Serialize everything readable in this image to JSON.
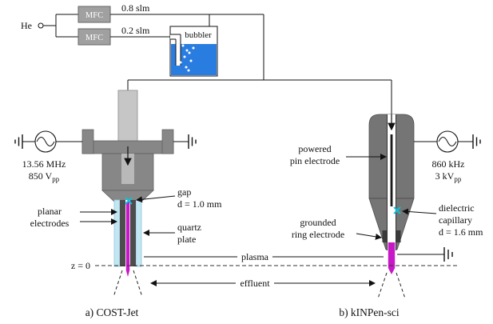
{
  "gas_supply": {
    "source": "He",
    "mfc_top": "MFC",
    "mfc_bottom": "MFC",
    "flow_top": "0.8 slm",
    "flow_bottom": "0.2 slm",
    "bubbler": "bubbler"
  },
  "cost_jet": {
    "caption": "a) COST-Jet",
    "frequency": "13.56 MHz",
    "voltage": "850 V",
    "voltage_subscript": "pp",
    "gap_label": [
      "gap",
      "d = 1.0 mm"
    ],
    "quartz_label": [
      "quartz",
      "plate"
    ],
    "electrodes_label": [
      "planar",
      "electrodes"
    ]
  },
  "kinpen": {
    "caption": "b) kINPen-sci",
    "frequency": "860 kHz",
    "voltage": "3 kV",
    "voltage_subscript": "pp",
    "pin_label": [
      "powered",
      "pin electrode"
    ],
    "ring_label": [
      "grounded",
      "ring electrode"
    ],
    "capillary_label": [
      "dielectric",
      "capillary",
      "d = 1.6 mm"
    ]
  },
  "shared": {
    "plasma": "plasma",
    "effluent": "effluent",
    "z_zero": "z = 0"
  },
  "colors": {
    "plasma": "#c718c7",
    "liquid": "#2a7de0",
    "quartz": "#c2e6f2",
    "marker": "#00c8e0"
  }
}
